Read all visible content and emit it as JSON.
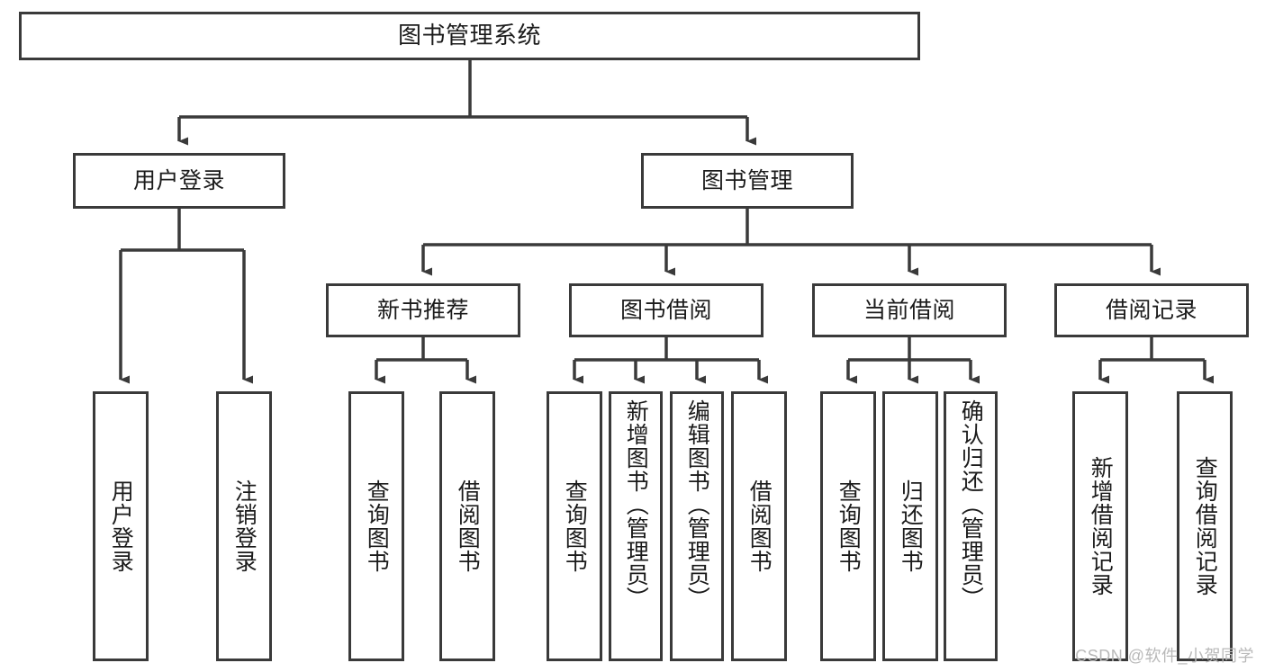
{
  "diagram": {
    "title": "图书管理系统",
    "type": "tree-hierarchy-diagram",
    "watermark": "CSDN @软件_小贺同学",
    "colors": {
      "box_border": "#3a3a3a",
      "box_fill": "#ffffff",
      "connector": "#3a3a3a",
      "text": "#1b1b1b",
      "watermark": "#b9b9b9",
      "background": "#ffffff"
    },
    "root": {
      "label": "图书管理系统"
    },
    "level2": [
      {
        "label": "用户登录"
      },
      {
        "label": "图书管理"
      }
    ],
    "level3": [
      {
        "label": "新书推荐"
      },
      {
        "label": "图书借阅"
      },
      {
        "label": "当前借阅"
      },
      {
        "label": "借阅记录"
      }
    ],
    "leaves": {
      "user_login": [
        {
          "label": "用户登录"
        },
        {
          "label": "注销登录"
        }
      ],
      "new_book": [
        {
          "label": "查询图书"
        },
        {
          "label": "借阅图书"
        }
      ],
      "book_borrow": [
        {
          "label": "查询图书"
        },
        {
          "label": "新增图书（管理员）"
        },
        {
          "label": "编辑图书（管理员）"
        },
        {
          "label": "借阅图书"
        }
      ],
      "current_borrow": [
        {
          "label": "查询图书"
        },
        {
          "label": "归还图书"
        },
        {
          "label": "确认归还（管理员）"
        }
      ],
      "borrow_record": [
        {
          "label": "新增借阅记录"
        },
        {
          "label": "查询借阅记录"
        }
      ]
    }
  }
}
